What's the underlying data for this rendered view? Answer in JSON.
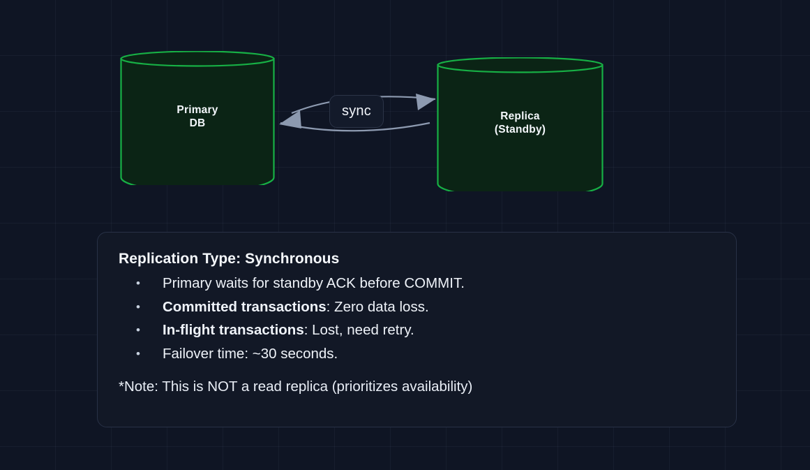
{
  "theme": {
    "background": "#0f1524",
    "grid_line": "rgba(125,145,180,0.075)",
    "db_stroke": "#17b045",
    "db_fill": "#0b2415",
    "panel_bg": "#121826",
    "panel_border": "#283146",
    "arrow_color": "#8d9ab0",
    "text_primary": "#f4f7fb"
  },
  "diagram": {
    "nodes": [
      {
        "id": "primary",
        "label": "Primary\nDB",
        "shape": "cylinder"
      },
      {
        "id": "replica",
        "label": "Replica\n(Standby)",
        "shape": "cylinder"
      }
    ],
    "connector": {
      "label": "sync",
      "direction": "bidirectional",
      "style": "curved-double-arrow"
    }
  },
  "panel": {
    "title": "Replication Type: Synchronous",
    "bullets": [
      {
        "bold": "",
        "text": "Primary waits for standby ACK before COMMIT."
      },
      {
        "bold": "Committed transactions",
        "text": ": Zero data loss."
      },
      {
        "bold": "In-flight transactions",
        "text": ": Lost, need retry."
      },
      {
        "bold": "",
        "text": "Failover time: ~30 seconds."
      }
    ],
    "note": "*Note: This is NOT a read replica (prioritizes availability)"
  }
}
